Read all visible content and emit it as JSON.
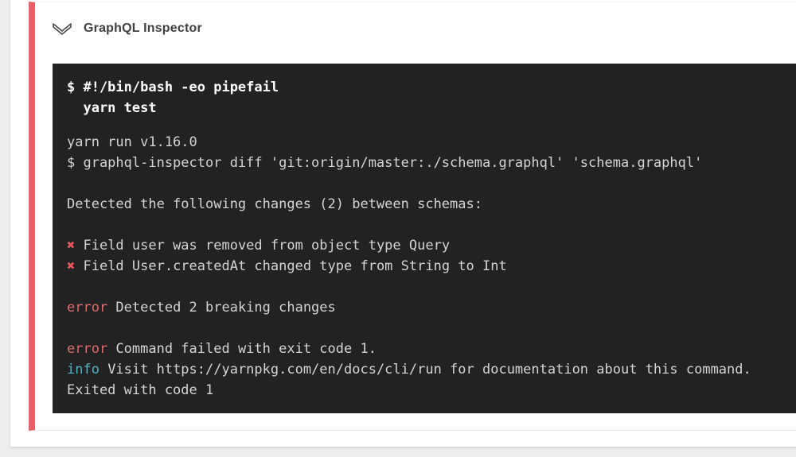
{
  "colors": {
    "page_bg": "#ededed",
    "card_bg": "#ffffff",
    "accent_red": "#e95f68",
    "terminal_bg": "#222222",
    "terminal_text": "#d4d4d4",
    "terminal_bold_text": "#ffffff",
    "error_red": "#df6a6a",
    "cross_red": "#e8555f",
    "info_cyan": "#56b1c3",
    "title_color": "#3f3f3f"
  },
  "panel": {
    "title": "GraphQL Inspector",
    "collapse_icon": "chevron-down-outline-icon"
  },
  "terminal": {
    "lines": [
      {
        "style": "command",
        "segments": [
          {
            "text": "$ #!/bin/bash -eo pipefail",
            "kind": "bold"
          }
        ]
      },
      {
        "style": "command",
        "segments": [
          {
            "text": "  yarn test",
            "kind": "bold"
          }
        ]
      },
      {
        "style": "spacer",
        "segments": []
      },
      {
        "style": "normal",
        "segments": [
          {
            "text": "yarn run v1.16.0",
            "kind": "plain"
          }
        ]
      },
      {
        "style": "normal",
        "segments": [
          {
            "text": "$ graphql-inspector diff 'git:origin/master:./schema.graphql' 'schema.graphql'",
            "kind": "plain"
          }
        ]
      },
      {
        "style": "blank",
        "segments": []
      },
      {
        "style": "normal",
        "segments": [
          {
            "text": "Detected the following changes (2) between schemas:",
            "kind": "plain"
          }
        ]
      },
      {
        "style": "blank",
        "segments": []
      },
      {
        "style": "normal",
        "segments": [
          {
            "text": "✖",
            "kind": "cross"
          },
          {
            "text": " Field user was removed from object type Query",
            "kind": "plain"
          }
        ]
      },
      {
        "style": "normal",
        "segments": [
          {
            "text": "✖",
            "kind": "cross"
          },
          {
            "text": " Field User.createdAt changed type from String to Int",
            "kind": "plain"
          }
        ]
      },
      {
        "style": "blank",
        "segments": []
      },
      {
        "style": "normal",
        "segments": [
          {
            "text": "error",
            "kind": "error"
          },
          {
            "text": " Detected 2 breaking changes",
            "kind": "plain"
          }
        ]
      },
      {
        "style": "blank",
        "segments": []
      },
      {
        "style": "normal",
        "segments": [
          {
            "text": "error",
            "kind": "error"
          },
          {
            "text": " Command failed with exit code 1.",
            "kind": "plain"
          }
        ]
      },
      {
        "style": "normal",
        "segments": [
          {
            "text": "info",
            "kind": "info"
          },
          {
            "text": " Visit https://yarnpkg.com/en/docs/cli/run for documentation about this command.",
            "kind": "plain"
          }
        ]
      },
      {
        "style": "normal",
        "segments": [
          {
            "text": "Exited with code 1",
            "kind": "plain"
          }
        ]
      }
    ]
  }
}
